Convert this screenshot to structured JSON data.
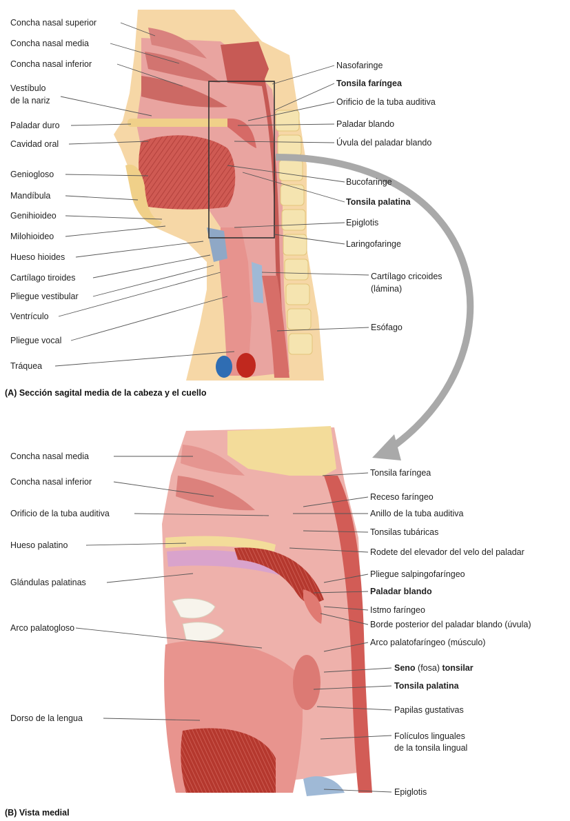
{
  "panel_a": {
    "caption": "(A) Sección sagital media de la cabeza y el cuello",
    "left_labels": [
      {
        "text": "Concha nasal superior",
        "bold": false
      },
      {
        "text": "Concha nasal media",
        "bold": false
      },
      {
        "text": "Concha nasal inferior",
        "bold": false
      },
      {
        "text": "Vestíbulo\nde la nariz",
        "bold": false
      },
      {
        "text": "Paladar duro",
        "bold": false
      },
      {
        "text": "Cavidad oral",
        "bold": false
      },
      {
        "text": "Geniogloso",
        "bold": false
      },
      {
        "text": "Mandíbula",
        "bold": false
      },
      {
        "text": "Genihioideo",
        "bold": false
      },
      {
        "text": "Milohioideo",
        "bold": false
      },
      {
        "text": "Hueso hioides",
        "bold": false
      },
      {
        "text": "Cartílago tiroides",
        "bold": false
      },
      {
        "text": "Pliegue vestibular",
        "bold": false
      },
      {
        "text": "Ventrículo",
        "bold": false
      },
      {
        "text": "Pliegue vocal",
        "bold": false
      },
      {
        "text": "Tráquea",
        "bold": false
      }
    ],
    "right_labels": [
      {
        "text": "Nasofaringe",
        "bold": false
      },
      {
        "text": "Tonsila faríngea",
        "bold": true
      },
      {
        "text": "Orificio de la tuba auditiva",
        "bold": false
      },
      {
        "text": "Paladar blando",
        "bold": false
      },
      {
        "text": "Úvula del paladar blando",
        "bold": false
      },
      {
        "text": "Bucofaringe",
        "bold": false
      },
      {
        "text": "Tonsila palatina",
        "bold": true
      },
      {
        "text": "Epiglotis",
        "bold": false
      },
      {
        "text": "Laringofaringe",
        "bold": false
      },
      {
        "text": "Cartílago cricoides\n(lámina)",
        "bold": false
      },
      {
        "text": "Esófago",
        "bold": false
      }
    ]
  },
  "panel_b": {
    "caption": "(B) Vista medial",
    "left_labels": [
      {
        "text": "Concha nasal media",
        "bold": false
      },
      {
        "text": "Concha nasal inferior",
        "bold": false
      },
      {
        "text": "Orificio de la tuba auditiva",
        "bold": false
      },
      {
        "text": "Hueso palatino",
        "bold": false
      },
      {
        "text": "Glándulas palatinas",
        "bold": false
      },
      {
        "text": "Arco palatogloso",
        "bold": false
      },
      {
        "text": "Dorso de la lengua",
        "bold": false
      }
    ],
    "right_labels": [
      {
        "text": "Tonsila faríngea",
        "bold": false
      },
      {
        "text": "Receso faríngeo",
        "bold": false
      },
      {
        "text": "Anillo de la tuba auditiva",
        "bold": false
      },
      {
        "text": "Tonsilas tubáricas",
        "bold": false
      },
      {
        "text": "Rodete del elevador del velo del paladar",
        "bold": false
      },
      {
        "text": "Pliegue salpingofaríngeo",
        "bold": false
      },
      {
        "text": "Paladar blando",
        "bold": true
      },
      {
        "text": "Istmo faríngeo",
        "bold": false
      },
      {
        "text": "Borde posterior del paladar blando (úvula)",
        "bold": false
      },
      {
        "text": "Arco palatofaríngeo (músculo)",
        "bold": false
      },
      {
        "text": "Seno (fosa) tonsilar",
        "bold": false,
        "rich": [
          {
            "t": "Seno",
            "b": true
          },
          {
            "t": " (fosa) ",
            "b": false
          },
          {
            "t": "tonsilar",
            "b": true
          }
        ]
      },
      {
        "text": "Tonsila palatina",
        "bold": true
      },
      {
        "text": "Papilas gustativas",
        "bold": false
      },
      {
        "text": "Folículos linguales\nde la tonsila lingual",
        "bold": false
      },
      {
        "text": "Epiglotis",
        "bold": false
      }
    ]
  },
  "colors": {
    "flesh": "#e8a0a0",
    "muscle": "#c9524d",
    "muscle_light": "#e07a72",
    "mucosa": "#f2b8b4",
    "bone": "#f3dc9a",
    "bone_dark": "#e6c46a",
    "vertebra": "#f6e7b8",
    "cartilage": "#9fb9d6",
    "blue_vessel": "#2f6db3",
    "red_vessel": "#c0281e",
    "arrow_gray": "#a9a9a9",
    "leader": "#555555",
    "tooth": "#f7f4ec"
  }
}
